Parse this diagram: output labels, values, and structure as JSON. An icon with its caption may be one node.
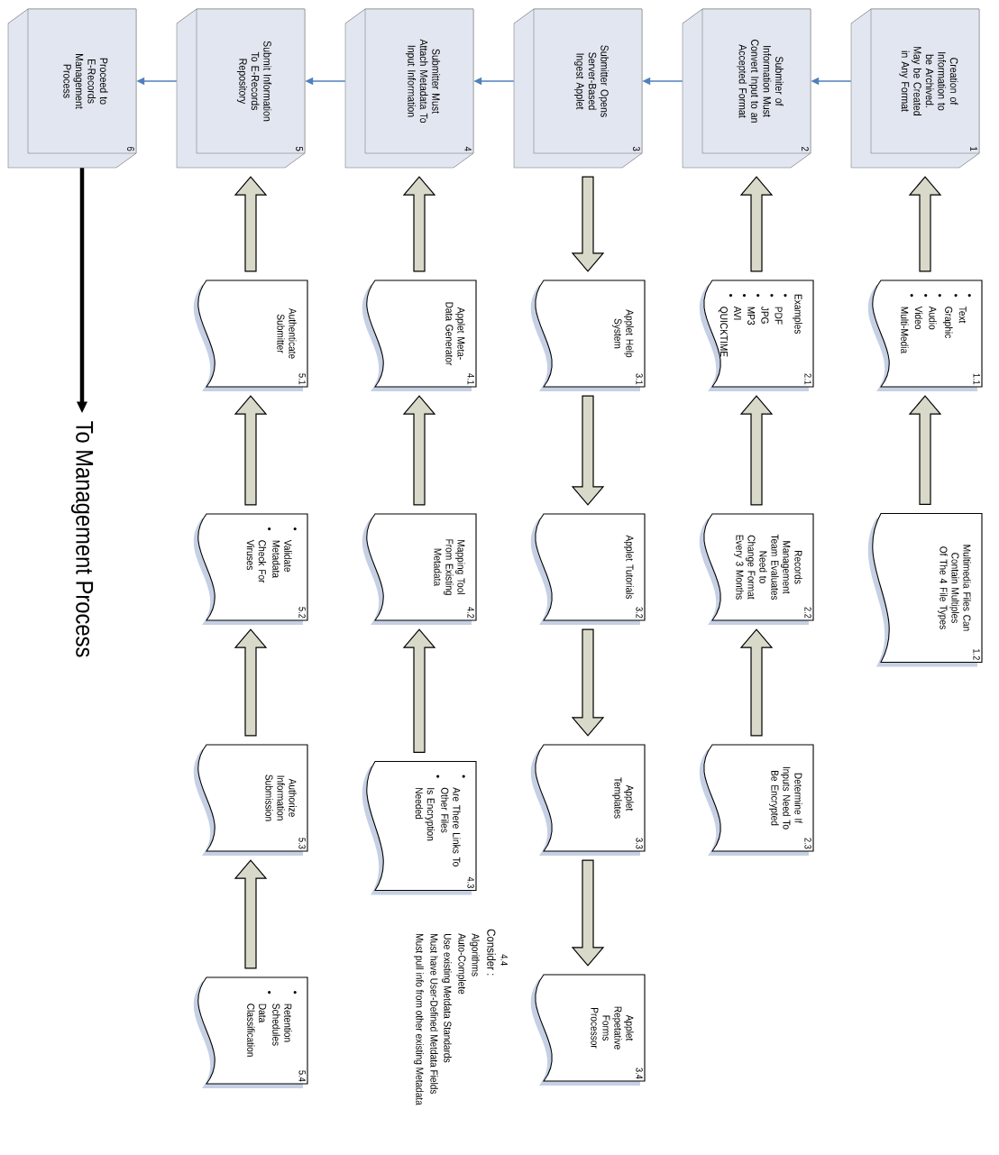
{
  "diagram": {
    "nodes": [
      {
        "text": [
          "Creation of Information to be Archived. May be Created in Any Format",
          "1"
        ]
      },
      {
        "text": [
          "Submiter of Information Must Convert Input to an Accepted Format",
          "2"
        ]
      },
      {
        "text": [
          "Submitter Opens Server-Based Ingest Applet",
          "3"
        ]
      },
      {
        "text": [
          "Submitter Must Attach Metadata To Input Information",
          "4"
        ]
      },
      {
        "text": [
          "Submit Information To E-Records Repository",
          "5"
        ]
      },
      {
        "text": [
          "Proceed to E-Records Management Process",
          "6"
        ]
      },
      {
        "text": [
          "Text",
          "Graphic",
          "Audio",
          "Video",
          "Multi-Media",
          "1.1"
        ]
      },
      {
        "text": [
          "Multimedia Files Can Contain Multiples Of The 4 File Types",
          "1.2"
        ]
      },
      {
        "text": [
          "Examples",
          "PDF",
          "JPG",
          "MP3",
          "AVI",
          "QUICKTIME",
          "2.1"
        ]
      },
      {
        "text": [
          "Records Management Team Evaluates Need to Change Format Every 3 Months",
          "2.2"
        ]
      },
      {
        "text": [
          "Determine If Inputs Need To Be Encrypted",
          "2.3"
        ]
      },
      {
        "text": [
          "Applet Help System",
          "3.1"
        ]
      },
      {
        "text": [
          "Applet Tutorials",
          "3.2"
        ]
      },
      {
        "text": [
          "Applet Templates",
          "3.3"
        ]
      },
      {
        "text": [
          "Applet Repetative Forms Processor",
          "3.4"
        ]
      },
      {
        "text": [
          "Applet Meta-Data Generator",
          "4.1"
        ]
      },
      {
        "text": [
          "Mapping Tool From Existing Metadata",
          "4.2"
        ]
      },
      {
        "text": [
          "Are There Links To Other Files",
          "Is Encryption Needed",
          "4.3"
        ]
      },
      {
        "text": [
          "Authenticate Submitter",
          "5.1"
        ]
      },
      {
        "text": [
          "Validate Metadata",
          "Check For Viruses",
          "5.2"
        ]
      },
      {
        "text": [
          "Authorize Information Submission",
          "5.3"
        ]
      },
      {
        "text": [
          "Retention Schedules",
          "Data Classification",
          "5.4"
        ]
      },
      {
        "text": [
          "To Management Process"
        ]
      }
    ],
    "edges": [
      {
        "from": 0,
        "to": 1,
        "arrow": "to",
        "color": "#4f81bd"
      },
      {
        "from": 1,
        "to": 2,
        "arrow": "to",
        "color": "#4f81bd"
      },
      {
        "from": 2,
        "to": 3,
        "arrow": "to",
        "color": "#4f81bd"
      },
      {
        "from": 3,
        "to": 4,
        "arrow": "to",
        "color": "#4f81bd"
      },
      {
        "from": 4,
        "to": 5,
        "arrow": "to",
        "color": "#4f81bd"
      },
      {
        "from": 6,
        "to": 0,
        "arrow": "to"
      },
      {
        "from": 7,
        "to": 6,
        "arrow": "to"
      },
      {
        "from": 8,
        "to": 1,
        "arrow": "to"
      },
      {
        "from": 9,
        "to": 8,
        "arrow": "to"
      },
      {
        "from": 10,
        "to": 9,
        "arrow": "to"
      },
      {
        "from": 2,
        "to": 11,
        "arrow": "to"
      },
      {
        "from": 11,
        "to": 12,
        "arrow": "to"
      },
      {
        "from": 12,
        "to": 13,
        "arrow": "to"
      },
      {
        "from": 13,
        "to": 14,
        "arrow": "to"
      },
      {
        "from": 15,
        "to": 3,
        "arrow": "to"
      },
      {
        "from": 16,
        "to": 15,
        "arrow": "to"
      },
      {
        "from": 17,
        "to": 16,
        "arrow": "to"
      },
      {
        "from": 18,
        "to": 4,
        "arrow": "to"
      },
      {
        "from": 19,
        "to": 18,
        "arrow": "to"
      },
      {
        "from": 20,
        "to": 19,
        "arrow": "to"
      },
      {
        "from": 21,
        "to": 20,
        "arrow": "to"
      },
      {
        "from": 5,
        "to": 22,
        "arrow": "to",
        "style": "thick",
        "color": "#000000"
      }
    ],
    "labels": [
      "4.4",
      "Consider :",
      "Algorithms",
      "Auto-Complete",
      "Use existing Metdata Standards",
      "Must have User-Defined Metdata Fields",
      "Must pull info from other existing Metadata"
    ]
  }
}
